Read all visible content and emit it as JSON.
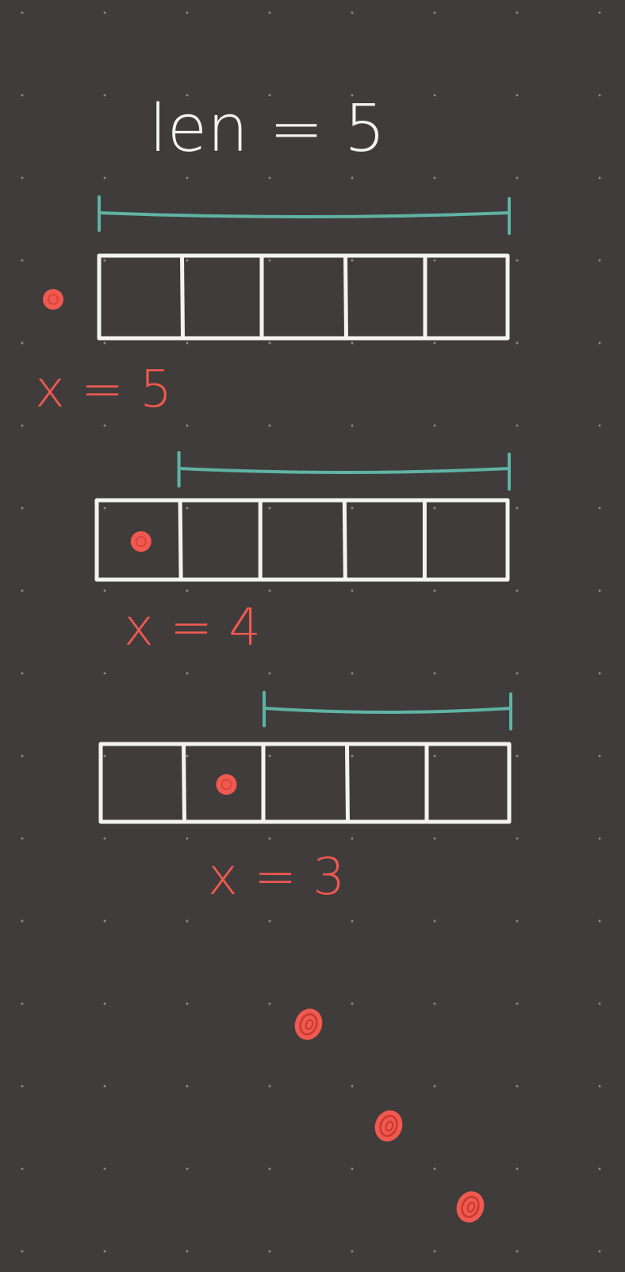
{
  "title": "len = 5",
  "arrays": [
    {
      "cells": 5,
      "label": "x = 5",
      "pointer_index": -1,
      "span_start": 0,
      "span_end": 5
    },
    {
      "cells": 5,
      "label": "x = 4",
      "pointer_index": 0,
      "span_start": 1,
      "span_end": 5
    },
    {
      "cells": 5,
      "label": "x = 3",
      "pointer_index": 1,
      "span_start": 2,
      "span_end": 5
    }
  ],
  "trailing_dots": 3,
  "colors": {
    "background": "#403c3b",
    "grid_dot": "#8d8986",
    "cell_stroke": "#f3f3f0",
    "span_bracket": "#5fb3a4",
    "pointer": "#f0594f",
    "label": "#f0594f"
  }
}
